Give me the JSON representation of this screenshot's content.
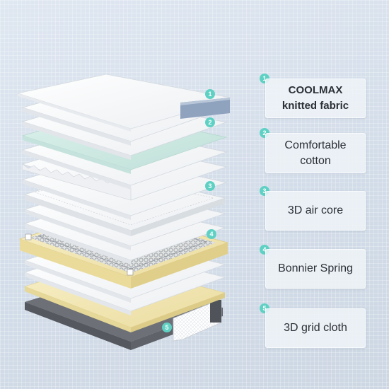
{
  "layers": [
    {
      "number": "1",
      "label": "COOLMAX\nknitted fabric"
    },
    {
      "number": "2",
      "label": "Comfortable\ncotton"
    },
    {
      "number": "3",
      "label": "3D air core"
    },
    {
      "number": "4",
      "label": "Bonnier Spring"
    },
    {
      "number": "5",
      "label": "3D grid cloth"
    }
  ],
  "colors": {
    "badge": "#5fd1c4",
    "foam_yellow": "#f1e7b4",
    "mint_layer": "#cfe9e3",
    "fabric_white": "#f7f8f9",
    "base_gray": "#6d7077"
  },
  "icons": [
    "number-badge-icon",
    "mattress-layers-illustration"
  ]
}
